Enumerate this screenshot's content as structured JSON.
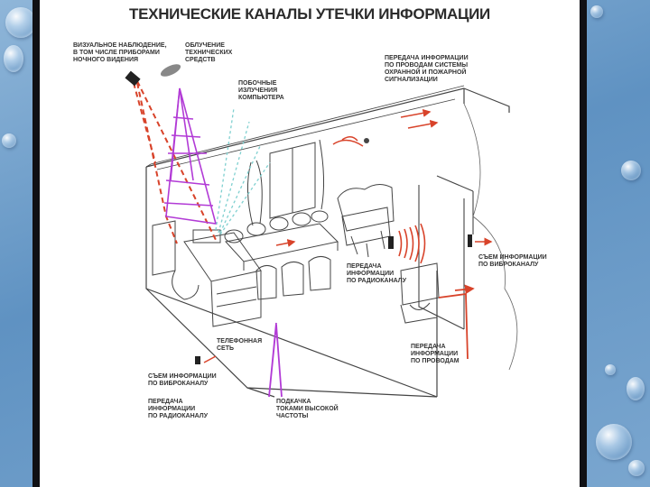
{
  "title": "ТЕХНИЧЕСКИЕ КАНАЛЫ УТЕЧКИ ИНФОРМАЦИИ",
  "labels": {
    "visual": "ВИЗУАЛЬНОЕ НАБЛЮДЕНИЕ,\nВ ТОМ ЧИСЛЕ ПРИБОРАМИ\nНОЧНОГО ВИДЕНИЯ",
    "irradiation": "ОБЛУЧЕНИЕ\nТЕХНИЧЕСКИХ\nСРЕДСТВ",
    "emissions": "ПОБОЧНЫЕ\nИЗЛУЧЕНИЯ\nКОМПЬЮТЕРА",
    "alarm": "ПЕРЕДАЧА ИНФОРМАЦИИ\nПО ПРОВОДАМ СИСТЕМЫ\nОХРАННОЙ И ПОЖАРНОЙ\nСИГНАЛИЗАЦИИ",
    "vibro_right": "СЪЕМ ИНФОРМАЦИИ\nПО ВИБРОКАНАЛУ",
    "radio_center": "ПЕРЕДАЧА\nИНФОРМАЦИИ\nПО РАДИОКАНАЛУ",
    "phone": "ТЕЛЕФОННАЯ\nСЕТЬ",
    "wire": "ПЕРЕДАЧА\nИНФОРМАЦИИ\nПО ПРОВОДАМ",
    "vibro_left": "СЪЕМ ИНФОРМАЦИИ\nПО ВИБРОКАНАЛУ",
    "radio_left": "ПЕРЕДАЧА\nИНФОРМАЦИИ\nПО РАДИОКАНАЛУ",
    "hf": "ПОДКАЧКА\nТОКАМИ ВЫСОКОЙ\nЧАСТОТЫ"
  },
  "colors": {
    "accent_red": "#d8432a",
    "accent_purple": "#b23bd6",
    "accent_teal": "#7fd0d0",
    "line": "#444444"
  }
}
